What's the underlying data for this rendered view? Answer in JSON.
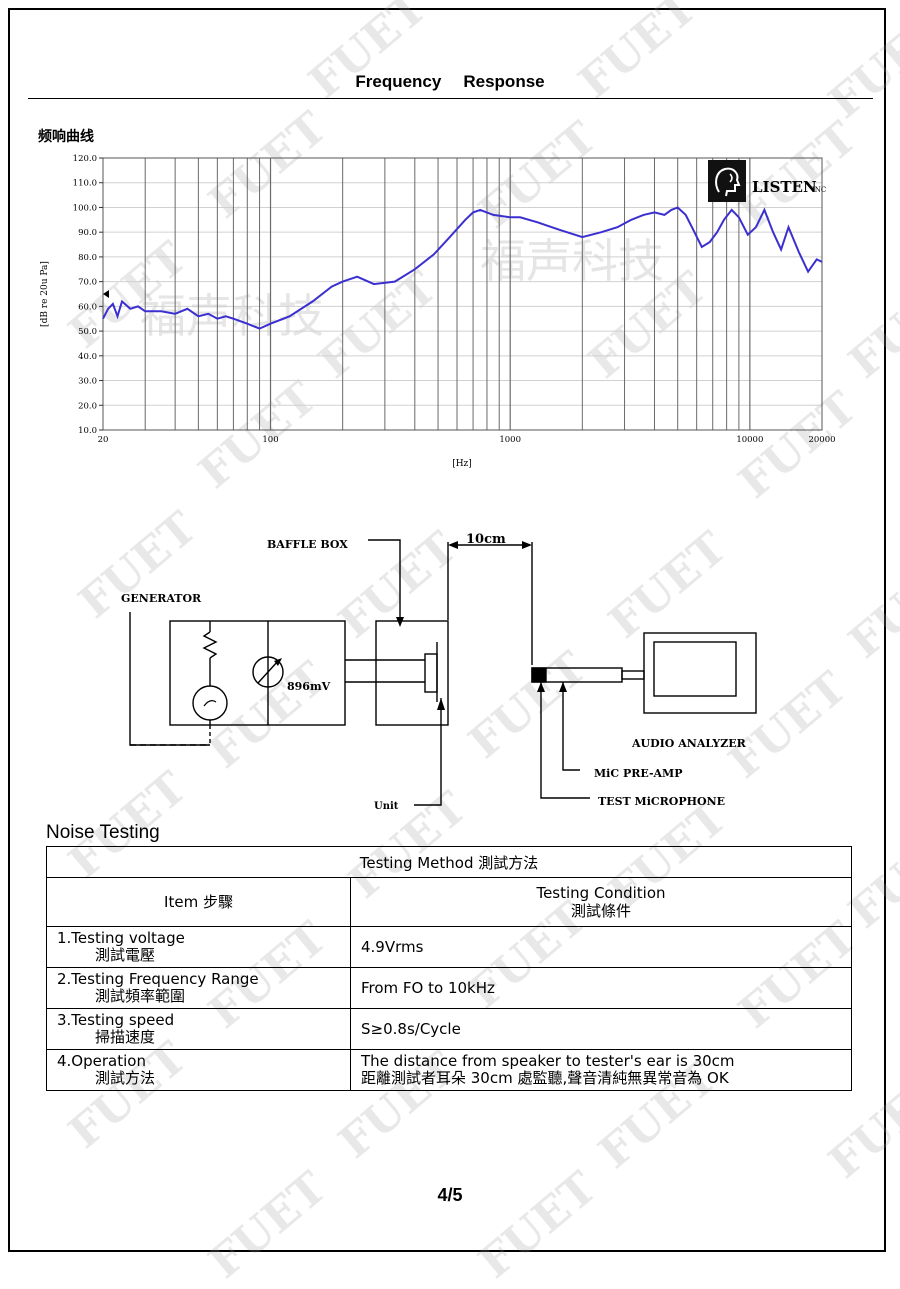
{
  "header": {
    "title_word1": "Frequency",
    "title_word2": "Response"
  },
  "chart_title": "频响曲线",
  "chart_data": {
    "type": "line",
    "xlabel": "[Hz]",
    "ylabel": "[dB re 20u Pa]",
    "x_scale": "log",
    "xlim": [
      20,
      20000
    ],
    "ylim": [
      10,
      120
    ],
    "x_ticks": [
      "20",
      "100",
      "1000",
      "10000",
      "20000"
    ],
    "y_ticks": [
      "120.0",
      "110.0",
      "100.0",
      "90.0",
      "80.0",
      "70.0",
      "60.0",
      "50.0",
      "40.0",
      "30.0",
      "20.0",
      "10.0"
    ],
    "grid": true,
    "line_color": "#3b2fd0",
    "series": [
      {
        "x": [
          20,
          21,
          22,
          23,
          24,
          26,
          28,
          30,
          35,
          40,
          45,
          50,
          55,
          60,
          65,
          70,
          80,
          90,
          100,
          120,
          150,
          180,
          200,
          230,
          270,
          330,
          400,
          480,
          560,
          650,
          700,
          750,
          850,
          1000,
          1100,
          1300,
          1600,
          2000,
          2400,
          2800,
          3200,
          3600,
          4000,
          4400,
          4700,
          5000,
          5400,
          5800,
          6300,
          6800,
          7300,
          7800,
          8400,
          9000,
          9800,
          10600,
          11500,
          12500,
          13500,
          14500,
          16000,
          17500,
          19000,
          20000
        ],
        "y": [
          55,
          59,
          61,
          56,
          62,
          59,
          60,
          58,
          58,
          57,
          59,
          56,
          57,
          55,
          56,
          55,
          53,
          51,
          53,
          56,
          62,
          68,
          70,
          72,
          69,
          70,
          75,
          81,
          88,
          95,
          98,
          99,
          97,
          96,
          96,
          94,
          91,
          88,
          90,
          92,
          95,
          97,
          98,
          97,
          99,
          100,
          97,
          91,
          84,
          86,
          90,
          95,
          99,
          96,
          89,
          92,
          99,
          90,
          83,
          92,
          82,
          74,
          79,
          78
        ]
      }
    ]
  },
  "logo": {
    "brand": "LISTEN",
    "suffix": "INC"
  },
  "watermark": {
    "brand": "FUET",
    "cn": "福声科技"
  },
  "diagram": {
    "baffle_box": "BAFFLE BOX",
    "distance": "10cm",
    "generator": "GENERATOR",
    "voltage": "896mV",
    "audio_analyzer": "AUDIO ANALYZER",
    "mic_preamp": "MiC PRE-AMP",
    "test_microphone": "TEST MiCROPHONE",
    "unit": "Unit"
  },
  "noise": {
    "title": "Noise  Testing",
    "method_header": "Testing Method 測試方法",
    "col_item": "Item 步驟",
    "col_condition": "Testing Condition",
    "col_condition_cn": "測試條件",
    "rows": [
      {
        "item": "1.Testing  voltage",
        "item_cn": "測試電壓",
        "condition": "4.9Vrms",
        "condition2": ""
      },
      {
        "item": "2.Testing Frequency Range",
        "item_cn": "測試頻率範圍",
        "condition": "From FO to 10kHz",
        "condition2": ""
      },
      {
        "item": "3.Testing speed",
        "item_cn": "掃描速度",
        "condition": "S≥0.8s/Cycle",
        "condition2": ""
      },
      {
        "item": "4.Operation",
        "item_cn": "測試方法",
        "condition": "The distance from speaker to tester's ear is 30cm",
        "condition2": "距離測試者耳朵 30cm 處監聽,聲音清純無異常音為 OK"
      }
    ]
  },
  "page_number": "4/5"
}
